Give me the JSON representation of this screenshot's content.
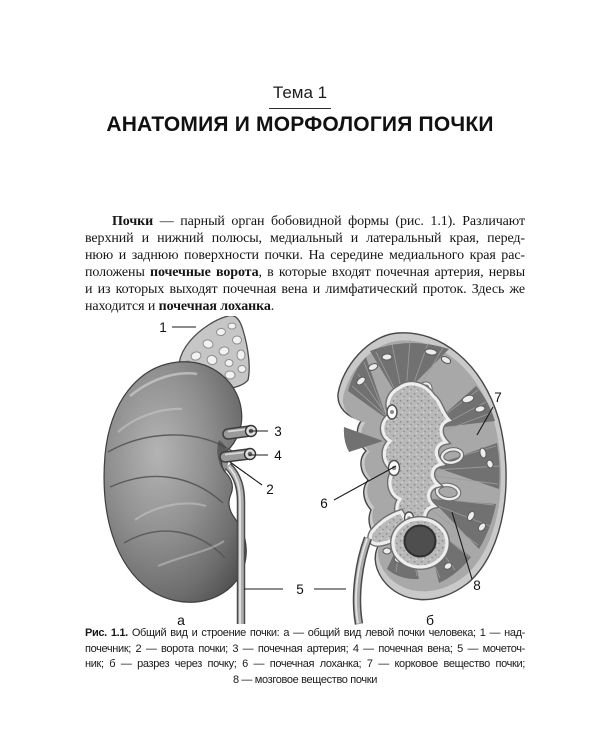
{
  "page": {
    "kicker": "Тема 1",
    "title": "АНАТОМИЯ И МОРФОЛОГИЯ ПОЧКИ"
  },
  "paragraph": {
    "lines": [
      {
        "s0": "Почки",
        "s1": " — парный орган бобовидной формы (рис. 1.1). Различают"
      },
      {
        "s0": "верхний и нижний полюсы, медиальный и латеральный края, перед-"
      },
      {
        "s0": "нюю и заднюю поверхности почки. На середине медиального края рас-"
      },
      {
        "s0": "положены ",
        "s1": "почечные ворота",
        "s2": ", в которые входят почечная артерия, нервы"
      },
      {
        "s0": "и из которых выходят почечная вена и лимфатический проток. Здесь же"
      },
      {
        "s0": "находится и ",
        "s1": "почечная лоханка",
        "s2": "."
      }
    ]
  },
  "figure": {
    "labels": {
      "n1": "1",
      "n2": "2",
      "n3": "3",
      "n4": "4",
      "n5": "5",
      "n6": "6",
      "n7": "7",
      "n8": "8",
      "sub_a": "а",
      "sub_b": "б"
    }
  },
  "caption": {
    "lines": [
      {
        "bold": "Рис. 1.1.",
        "rest": " Общий вид и строение почки: а — общий вид левой почки человека; 1 — над-"
      },
      {
        "rest": "почечник; 2 — ворота почки; 3 — почечная артерия; 4 — почечная вена; 5 — мочеточ-"
      },
      {
        "rest": "ник; б — разрез через почку; 6 — почечная лоханка; 7 — корковое вещество почки;"
      },
      {
        "rest": "8 — мозговое вещество почки"
      }
    ]
  },
  "palette": {
    "ink": "#161616",
    "kidney_dark": "#6f6f6f",
    "kidney_mid": "#929292",
    "cortex_light": "#c9c9c9",
    "pyramid": "#717171",
    "pelvis_speckle": "#b9b9b9",
    "background": "#ffffff"
  }
}
